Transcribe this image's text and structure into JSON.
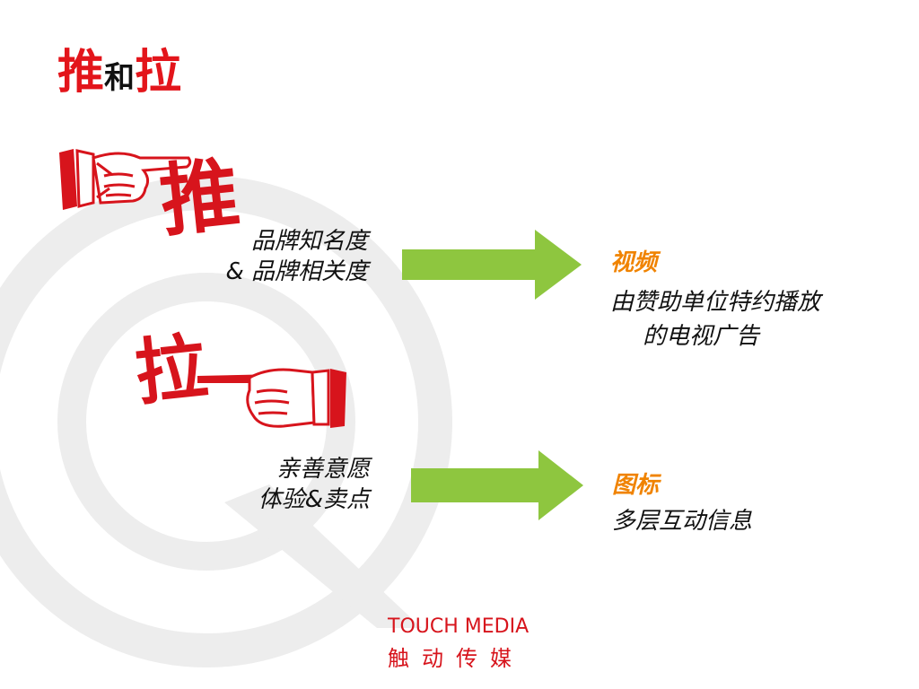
{
  "title": {
    "part1": "推",
    "part2": "和",
    "part3": "拉"
  },
  "push": {
    "stamp": "推",
    "label_line1": "品牌知名度",
    "label_line2": "&  品牌相关度"
  },
  "pull": {
    "stamp": "拉",
    "label_line1": "亲善意愿",
    "label_line2": "体验&卖点"
  },
  "video": {
    "heading": "视频",
    "line1": "由赞助单位特约播放",
    "line2": "的电视广告"
  },
  "icon_item": {
    "heading": "图标",
    "line1": "多层互动信息"
  },
  "brand": {
    "name_en": "TOUCH MEDIA",
    "name_zh": "触动传媒"
  },
  "colors": {
    "title_red": "#e3151b",
    "stamp_red": "#d7141c",
    "arrow_green": "#8ec63f",
    "heading_orange": "#f08300",
    "watermark_gray": "#ececec"
  },
  "icons": [
    "pointing-hand-push-icon",
    "pointing-hand-pull-icon",
    "arrow-right-icon"
  ]
}
